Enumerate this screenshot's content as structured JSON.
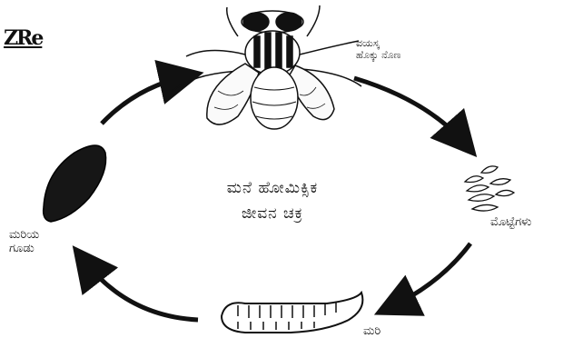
{
  "corner_tag": "ZRe",
  "center_title": {
    "line1": "ಮನೆ ಹೋಮಿಕ್ಸಿಕ",
    "line2": "ಜೀವನ ಚಕ್ರ"
  },
  "stages": {
    "adult": {
      "label_line1": "ವಯಸ್ಕ",
      "label_line2": "ಹೊಕ್ಕು ನೊಣ"
    },
    "eggs": {
      "label": "ಮೊಟ್ಟೆಗಳು"
    },
    "larva": {
      "label": "ಮರಿ"
    },
    "pupa": {
      "label_line1": "ಮರಿಯ",
      "label_line2": "ಗೂಡು"
    }
  },
  "colors": {
    "ink": "#111111",
    "background": "#ffffff"
  }
}
